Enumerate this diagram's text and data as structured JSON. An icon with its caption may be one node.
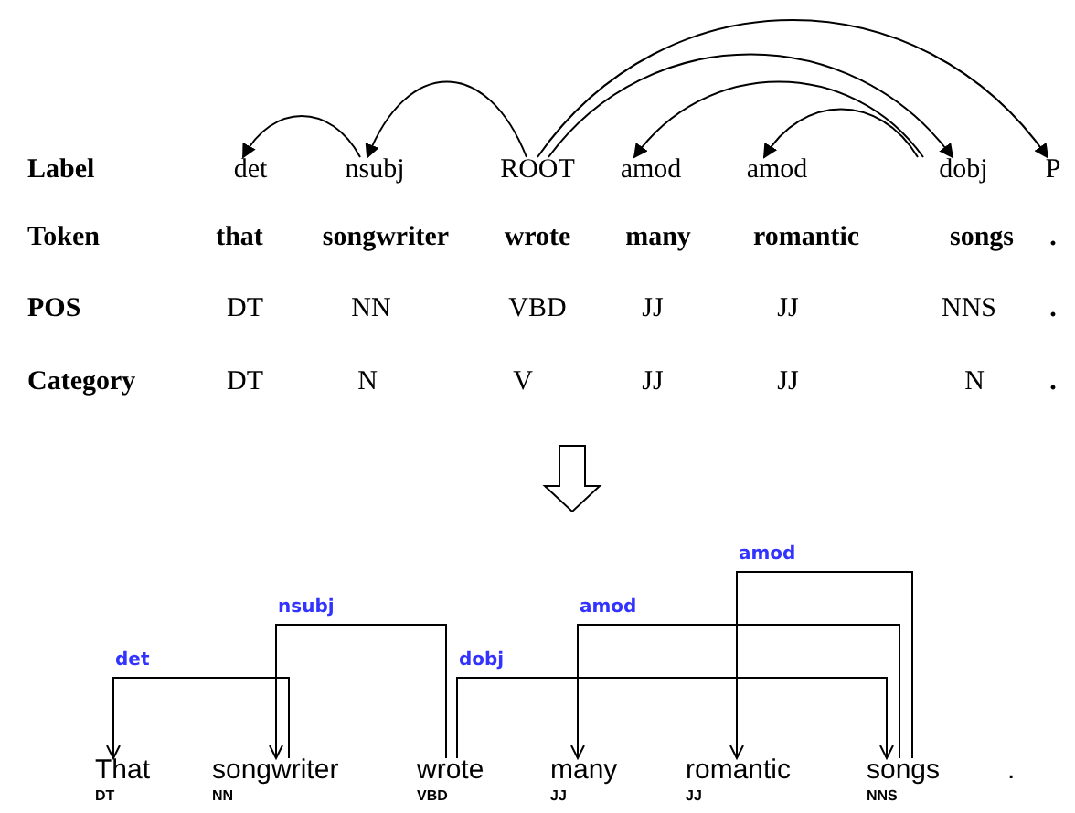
{
  "diagram": {
    "nodes": [
      {
        "text": [
          "det"
        ]
      },
      {
        "text": [
          "nsubj"
        ]
      },
      {
        "text": [
          "ROOT"
        ]
      },
      {
        "text": [
          "amod"
        ]
      },
      {
        "text": [
          "amod"
        ]
      },
      {
        "text": [
          "dobj"
        ]
      },
      {
        "text": [
          "P"
        ]
      },
      {
        "text": [
          "That"
        ],
        "beside": [
          "DT"
        ]
      },
      {
        "text": [
          "songwriter"
        ],
        "beside": [
          "NN"
        ]
      },
      {
        "text": [
          "wrote"
        ],
        "beside": [
          "VBD"
        ]
      },
      {
        "text": [
          "many"
        ],
        "beside": [
          "JJ"
        ]
      },
      {
        "text": [
          "romantic"
        ],
        "beside": [
          "JJ"
        ]
      },
      {
        "text": [
          "songs"
        ],
        "beside": [
          "NNS"
        ]
      }
    ],
    "edges": [
      {
        "from": 1,
        "to": 0,
        "arrow": "to"
      },
      {
        "from": 2,
        "to": 1,
        "arrow": "to"
      },
      {
        "from": 2,
        "to": 6,
        "arrow": "to"
      },
      {
        "from": 2,
        "to": 5,
        "arrow": "to"
      },
      {
        "from": 5,
        "to": 3,
        "arrow": "to"
      },
      {
        "from": 5,
        "to": 4,
        "arrow": "to"
      },
      {
        "from": 8,
        "to": 7,
        "arrow": "to",
        "label": "det"
      },
      {
        "from": 9,
        "to": 8,
        "arrow": "to",
        "label": "nsubj"
      },
      {
        "from": 9,
        "to": 12,
        "arrow": "to",
        "label": "dobj"
      },
      {
        "from": 12,
        "to": 10,
        "arrow": "to",
        "label": "amod"
      },
      {
        "from": 12,
        "to": 11,
        "arrow": "to",
        "label": "amod"
      }
    ],
    "labels": [
      "Label",
      "Token",
      "that",
      "songwriter",
      "wrote",
      "many",
      "romantic",
      "songs",
      ".",
      "POS",
      "DT",
      "NN",
      "VBD",
      "JJ",
      "JJ",
      "NNS",
      ".",
      "Category",
      "DT",
      "N",
      "V",
      "JJ",
      "JJ",
      "N",
      ".",
      "."
    ]
  }
}
